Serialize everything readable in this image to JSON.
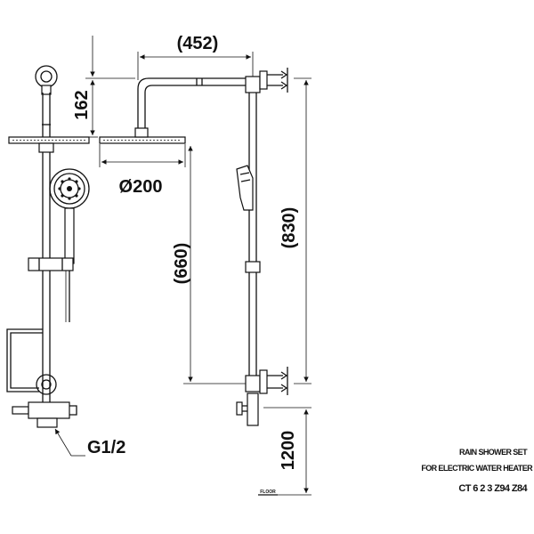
{
  "dimensions": {
    "arm_width": "(452)",
    "head_height": "162",
    "head_diameter": "Ø200",
    "bar_to_head": "(660)",
    "total_height": "(830)",
    "install_height": "1200",
    "thread": "G1/2"
  },
  "title_block": {
    "line1": "RAIN SHOWER SET",
    "line2": "FOR ELECTRIC WATER HEATER",
    "model": "CT 6 2 3 Z94 Z84"
  },
  "small_mark": "FLOOR",
  "colors": {
    "line": "#111111",
    "background": "#ffffff"
  }
}
